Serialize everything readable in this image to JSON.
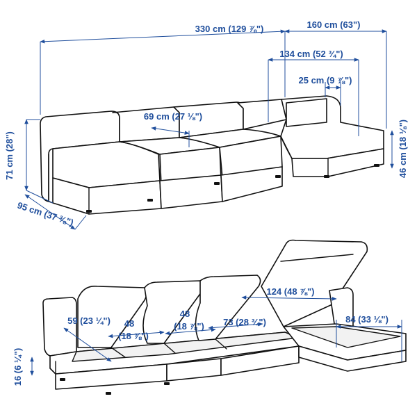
{
  "colors": {
    "dimension": "#1f4e9c",
    "outline": "#111111",
    "background": "#ffffff"
  },
  "top_view": {
    "total_width": "330 cm (129 ⅞\")",
    "chaise_width": "160 cm (63\")",
    "chaise_depth": "134 cm (52 ¾\")",
    "armrest_width": "25 cm (9 ⅞\")",
    "seat_width": "69 cm (27 ⅛\")",
    "height": "71 cm (28\")",
    "depth": "95 cm (37 ⅜\")",
    "seat_height": "46 cm (18 ⅛\")"
  },
  "bottom_view": {
    "storage_depth_a": "59 (23 ¼\")",
    "storage_width_a_value": "48",
    "storage_width_a_inch": "(18 ⅞\")",
    "storage_width_b_value": "48",
    "storage_width_b_inch": "(18 ⅞\")",
    "storage_width_c": "73 (28 ¾\")",
    "chaise_storage_length": "124 (48 ⅞\")",
    "chaise_storage_width": "84 (33 ⅛\")",
    "storage_height": "16 (6 ¼\")"
  }
}
